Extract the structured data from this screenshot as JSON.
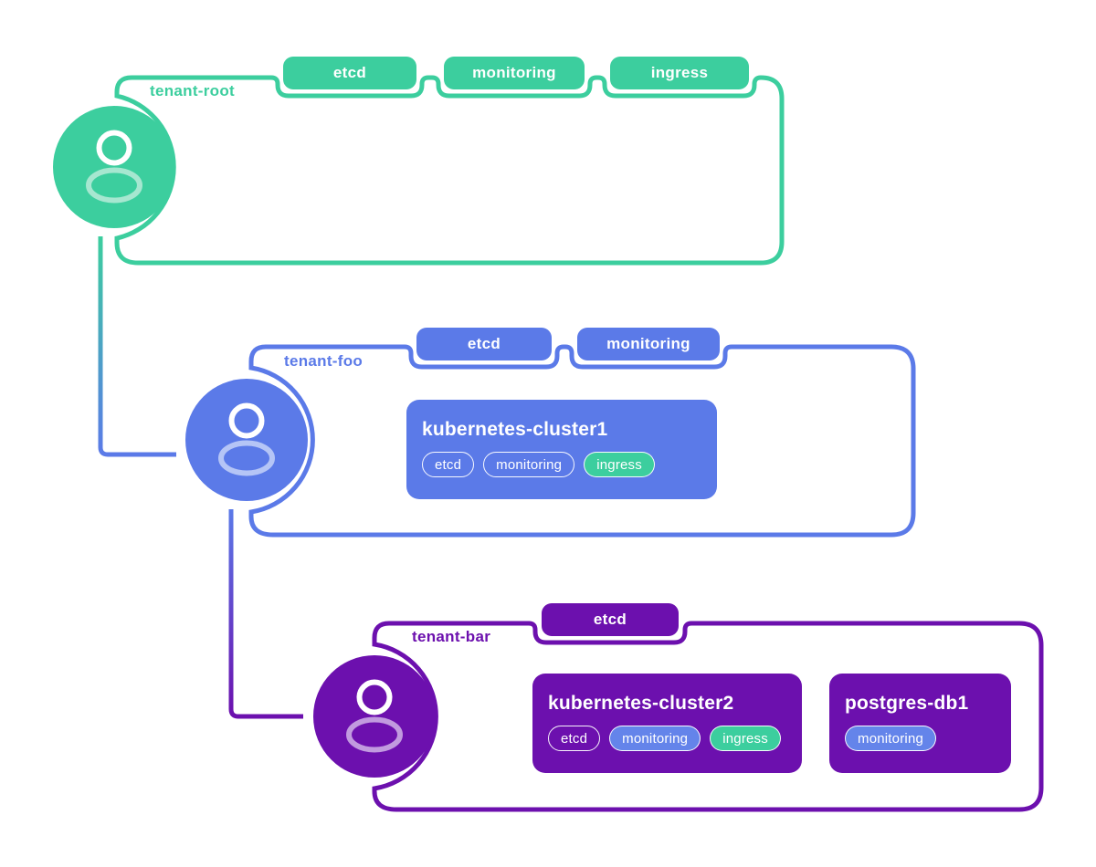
{
  "colors": {
    "tenant_root_green": "#3CCE9E",
    "tenant_foo_blue": "#5B7AE8",
    "tenant_bar_purple": "#6C10AE",
    "tag_monitoring_blue": "#6484EA",
    "tag_ingress_green": "#3CCE9E",
    "pill_text_white": "#FFFFFF"
  },
  "tenants": [
    {
      "label": "tenant-root",
      "border_tags": [
        "etcd",
        "monitoring",
        "ingress"
      ],
      "avatar": "user-icon",
      "resources": []
    },
    {
      "label": "tenant-foo",
      "border_tags": [
        "etcd",
        "monitoring"
      ],
      "avatar": "user-icon",
      "resources": [
        {
          "title": "kubernetes-cluster1",
          "tags": [
            {
              "label": "etcd",
              "variant": "outline"
            },
            {
              "label": "monitoring",
              "variant": "outline"
            },
            {
              "label": "ingress",
              "variant": "green"
            }
          ]
        }
      ]
    },
    {
      "label": "tenant-bar",
      "border_tags": [
        "etcd"
      ],
      "avatar": "user-icon",
      "resources": [
        {
          "title": "kubernetes-cluster2",
          "tags": [
            {
              "label": "etcd",
              "variant": "outline"
            },
            {
              "label": "monitoring",
              "variant": "blue"
            },
            {
              "label": "ingress",
              "variant": "green"
            }
          ]
        },
        {
          "title": "postgres-db1",
          "tags": [
            {
              "label": "monitoring",
              "variant": "blue"
            }
          ]
        }
      ]
    }
  ]
}
